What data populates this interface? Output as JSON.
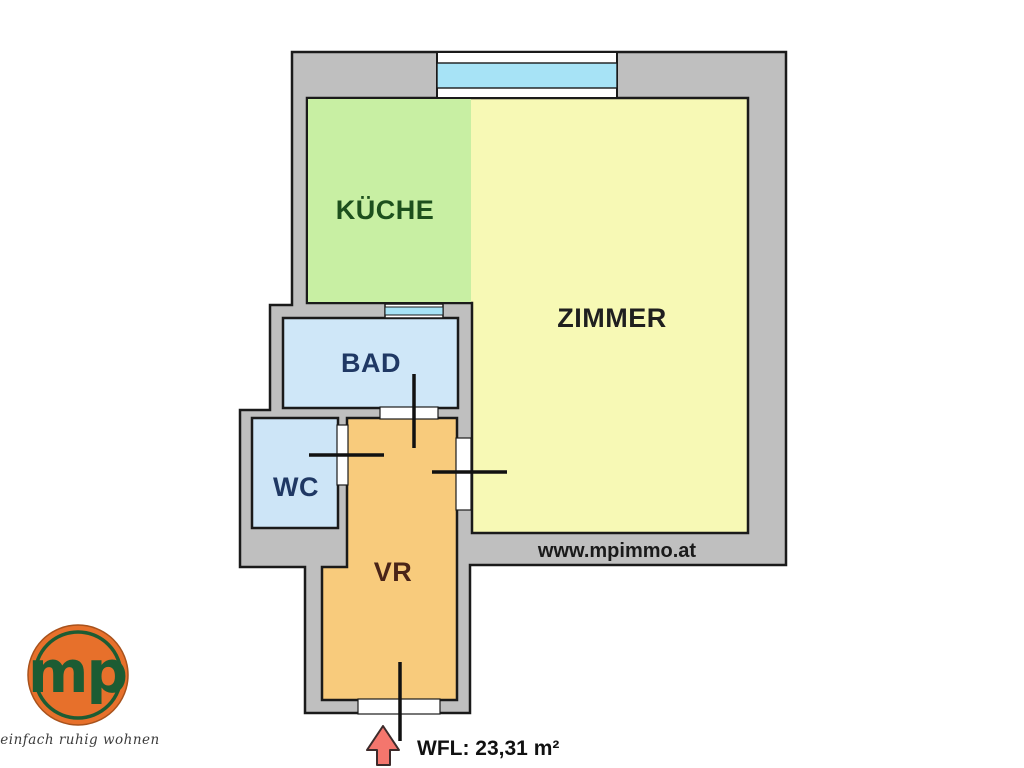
{
  "floorplan": {
    "wall_color": "#bfbfbf",
    "outline_color": "#1a1a1a",
    "window_glass_color": "#a7e3f6",
    "door_line_color": "#111111",
    "rooms": [
      {
        "id": "kueche",
        "label": "KÜCHE",
        "floor_color": "#c8efa3",
        "label_color": "#1d4f1d"
      },
      {
        "id": "zimmer",
        "label": "ZIMMER",
        "floor_color": "#f7f9b5",
        "label_color": "#1f1f1f"
      },
      {
        "id": "bad",
        "label": "BAD",
        "floor_color": "#cfe7f8",
        "label_color": "#1f3864"
      },
      {
        "id": "wc",
        "label": "WC",
        "floor_color": "#cde5f7",
        "label_color": "#1f3864"
      },
      {
        "id": "vr",
        "label": "VR",
        "floor_color": "#f8cb7c",
        "label_color": "#4a2418"
      }
    ],
    "watermark": "www.mpimmo.at",
    "watermark_color": "#1a1a1a",
    "living_area_label": "WFL: 23,31 m²",
    "living_area_color": "#111111",
    "entrance_arrow_color": "#f4766d",
    "entrance_arrow_outline": "#3d2b2b"
  },
  "logo": {
    "monogram": "mp",
    "tagline": "einfach ruhig wohnen",
    "circle_color": "#e7702b",
    "circle_edge_color": "#a8521c",
    "ring_color": "#1c5c33",
    "monogram_color": "#1c5c33",
    "tagline_color": "#3c3c3c"
  }
}
